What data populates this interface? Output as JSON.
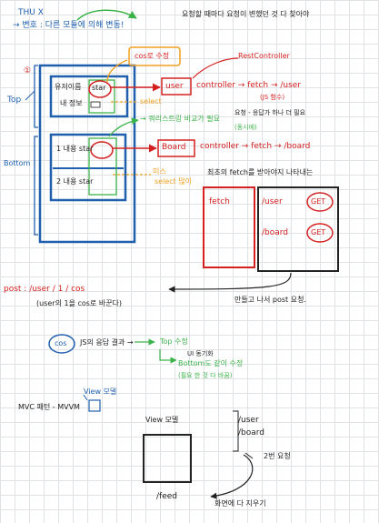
{
  "header": {
    "day": "THU X",
    "note": "→ 변호 : 다른 모듈에 의해 변동!",
    "top_note": "요청할 때마다 요청이 변했던 것 다 찾아야"
  },
  "diagram": {
    "circle_number": "①",
    "top_label": "Top",
    "bottom_label": "Bottom",
    "cos_note": "cos로 수정",
    "rest_controller": "RestController",
    "user_name": "유저이름",
    "user_info": "내 정보",
    "star": "star",
    "select_note": "select",
    "user_box": "user",
    "user_flow": "controller → fetch → /user",
    "js_note": "(JS 함수)",
    "user_note": "요청 - 응답가 하나 더 필요",
    "green_note": "→ 쿼리스트링 비교가 필요",
    "green_note2": "(동시에)",
    "row1": "1  내용  star",
    "row2": "2  내용  star",
    "board_box": "Board",
    "board_flow": "controller → fetch → /board",
    "mis_note": "미스",
    "select_many": "select 많이",
    "fetch_note": "최초의 fetch를 받아야지 나타내는",
    "fetch_label": "fetch",
    "user_get": "/user",
    "board_get": "/board",
    "get": "GET",
    "post_line": "post : /user / 1 / cos",
    "post_sub": "(user의 1을 cos로 바꾼다)",
    "post_note": "만들고 나서 post 요청.",
    "cos_circle": "cos",
    "cos_result": "JS의 응답 결과 →",
    "top_fix": "Top 수정",
    "ui_note": "UI 동기화",
    "bottom_fix": "Bottom도 같이 수정",
    "bottom_fix2": "(필요 한 것 다 바꿈)",
    "mvc": "MVC 패턴 - MVVM",
    "view_label": "View 모델",
    "view_model": "View 모델",
    "user_board_1": "/user",
    "user_board_2": "/board",
    "request2": "2번 요청",
    "feed": "/feed",
    "redraw": "화면에 다 지우기"
  },
  "colors": {
    "blue": "#1f5fae",
    "red": "#d42020",
    "orange": "#f0a020",
    "green": "#3cb34a",
    "grid": "#dfe3e6",
    "ink": "#222222"
  }
}
